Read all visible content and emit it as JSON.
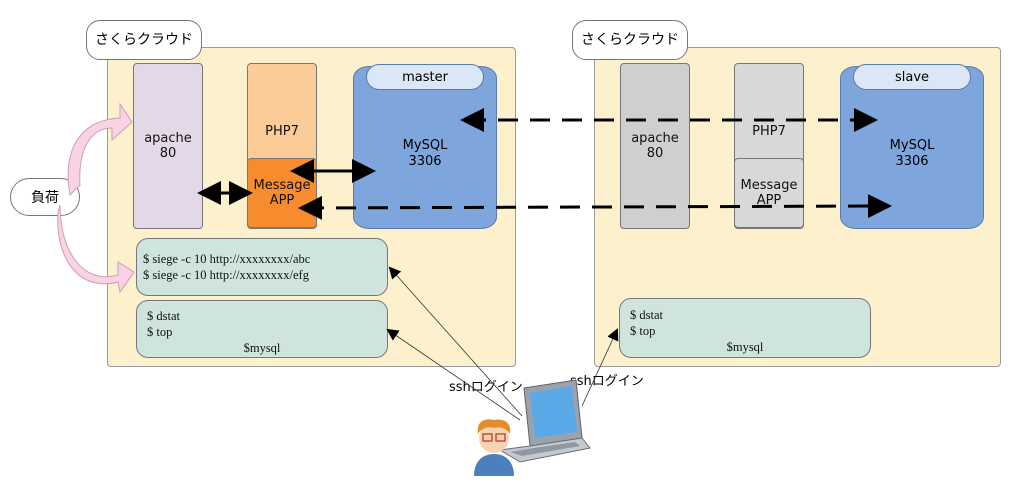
{
  "left": {
    "cloud_label": "さくらクラウド",
    "apache": "apache\n80",
    "php": "PHP7",
    "message_app": "Message\nAPP",
    "mysql_role": "master",
    "mysql": "MySQL\n3306",
    "load_commands": [
      "$ siege -c 10 http://xxxxxxxx/abc",
      "$ siege -c 10 http://xxxxxxxx/efg"
    ],
    "monitor_commands": [
      "$ dstat",
      "$ top"
    ],
    "monitor_db": "$mysql"
  },
  "right": {
    "cloud_label": "さくらクラウド",
    "apache": "apache\n80",
    "php": "PHP7",
    "message_app": "Message\nAPP",
    "mysql_role": "slave",
    "mysql": "MySQL\n3306",
    "monitor_commands": [
      "$ dstat",
      "$ top"
    ],
    "monitor_db": "$mysql"
  },
  "load_label": "負荷",
  "ssh_left": "sshログイン",
  "ssh_right": "sshログイン",
  "colors": {
    "panel": "#fdf0cc",
    "mysql": "#7ea6dc",
    "message_app": "#f68c2e",
    "command_box": "#cfe4de",
    "load_arrow": "#f9d3e3"
  },
  "icons": [
    "laptop-icon",
    "user-avatar-icon"
  ]
}
